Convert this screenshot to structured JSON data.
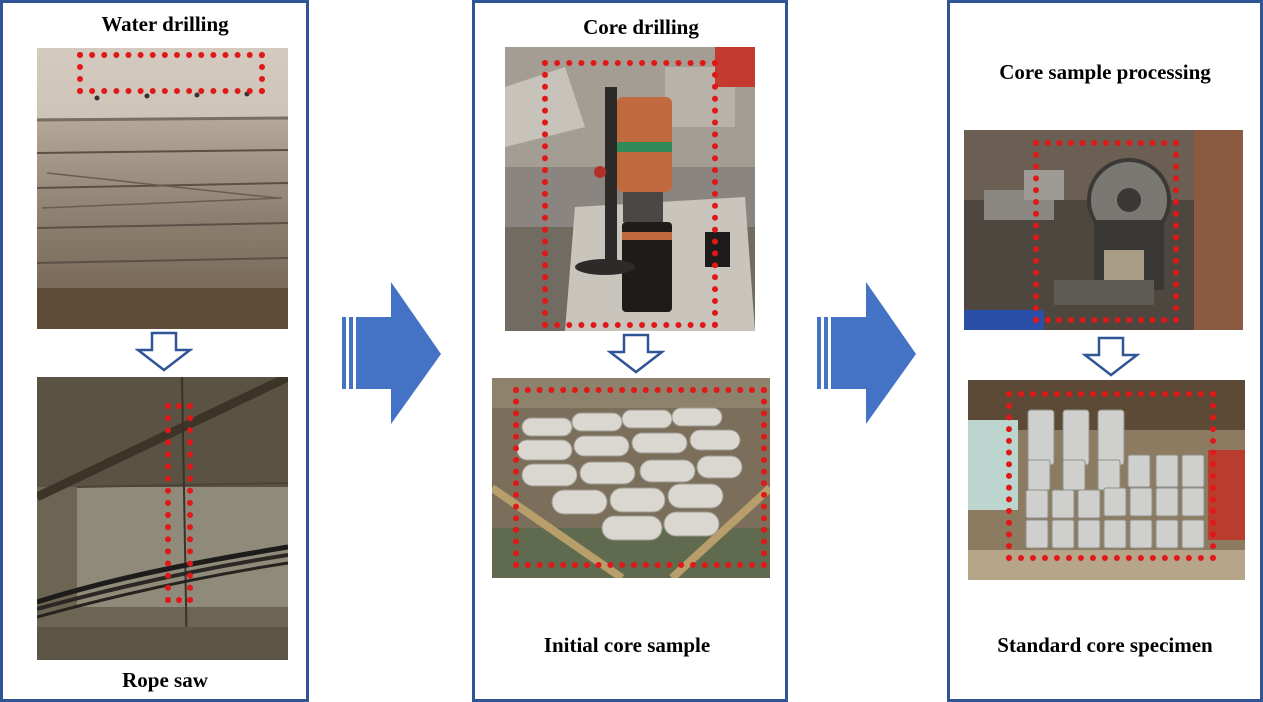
{
  "panels": [
    {
      "top_label": "Water drilling",
      "bottom_label": "Rope saw"
    },
    {
      "top_label": "Core drilling",
      "bottom_label": "Initial core sample"
    },
    {
      "top_label": "Core sample processing",
      "bottom_label": "Standard core specimen"
    }
  ],
  "colors": {
    "frame": "#2f5597",
    "arrow": "#4472c4",
    "highlight": "#e01818"
  }
}
